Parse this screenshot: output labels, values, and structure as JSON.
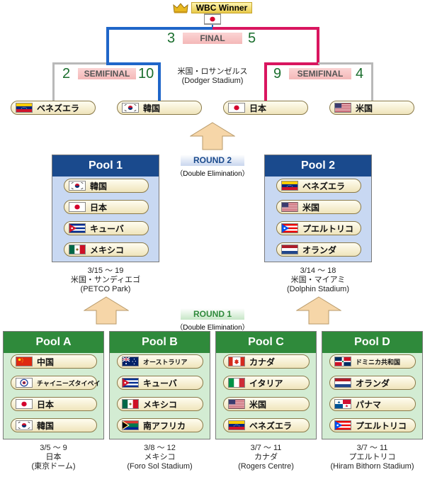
{
  "winner": {
    "label": "WBC Winner",
    "flag": "jp"
  },
  "final": {
    "label": "FINAL",
    "score_left": "3",
    "score_right": "5"
  },
  "semifinal_left": {
    "label": "SEMIFINAL",
    "score_left": "2",
    "score_right": "10"
  },
  "semifinal_right": {
    "label": "SEMIFINAL",
    "score_left": "9",
    "score_right": "4"
  },
  "final_venue": {
    "line1": "米国・ロサンゼルス",
    "line2": "(Dodger Stadium)"
  },
  "semifinalists": [
    {
      "name": "ベネズエラ",
      "flag": "ve"
    },
    {
      "name": "韓国",
      "flag": "kr"
    },
    {
      "name": "日本",
      "flag": "jp"
    },
    {
      "name": "米国",
      "flag": "us"
    }
  ],
  "round2": {
    "label": "ROUND 2",
    "note": "（Double Elimination）"
  },
  "round1": {
    "label": "ROUND 1",
    "note": "（Double Elimination）"
  },
  "pool1": {
    "title": "Pool 1",
    "teams": [
      {
        "name": "韓国",
        "flag": "kr"
      },
      {
        "name": "日本",
        "flag": "jp"
      },
      {
        "name": "キューバ",
        "flag": "cu"
      },
      {
        "name": "メキシコ",
        "flag": "mx"
      }
    ],
    "date": "3/15 ～ 19",
    "place": "米国・サンディエゴ",
    "venue": "(PETCO Park)"
  },
  "pool2": {
    "title": "Pool 2",
    "teams": [
      {
        "name": "ベネズエラ",
        "flag": "ve"
      },
      {
        "name": "米国",
        "flag": "us"
      },
      {
        "name": "プエルトリコ",
        "flag": "pr"
      },
      {
        "name": "オランダ",
        "flag": "nl"
      }
    ],
    "date": "3/14 ～ 18",
    "place": "米国・マイアミ",
    "venue": "(Dolphin Stadium)"
  },
  "poolA": {
    "title": "Pool A",
    "teams": [
      {
        "name": "中国",
        "flag": "cn"
      },
      {
        "name": "チャイニーズタイペイ",
        "flag": "tw"
      },
      {
        "name": "日本",
        "flag": "jp"
      },
      {
        "name": "韓国",
        "flag": "kr"
      }
    ],
    "date": "3/5 ～ 9",
    "place": "日本",
    "venue": "(東京ドーム)"
  },
  "poolB": {
    "title": "Pool B",
    "teams": [
      {
        "name": "オーストラリア",
        "flag": "au"
      },
      {
        "name": "キューバ",
        "flag": "cu"
      },
      {
        "name": "メキシコ",
        "flag": "mx"
      },
      {
        "name": "南アフリカ",
        "flag": "za"
      }
    ],
    "date": "3/8 ～ 12",
    "place": "メキシコ",
    "venue": "(Foro Sol Stadium)"
  },
  "poolC": {
    "title": "Pool C",
    "teams": [
      {
        "name": "カナダ",
        "flag": "ca"
      },
      {
        "name": "イタリア",
        "flag": "it"
      },
      {
        "name": "米国",
        "flag": "us"
      },
      {
        "name": "ベネズエラ",
        "flag": "ve"
      }
    ],
    "date": "3/7 ～ 11",
    "place": "カナダ",
    "venue": "(Rogers Centre)"
  },
  "poolD": {
    "title": "Pool D",
    "teams": [
      {
        "name": "ドミニカ共和国",
        "flag": "do"
      },
      {
        "name": "オランダ",
        "flag": "nl"
      },
      {
        "name": "パナマ",
        "flag": "pa"
      },
      {
        "name": "プエルトリコ",
        "flag": "pr"
      }
    ],
    "date": "3/7 ～ 11",
    "place": "プエルトリコ",
    "venue": "(Hiram Bithorn Stadium)"
  },
  "colors": {
    "final_left_path": "#1f66c9",
    "final_right_path": "#d9165f",
    "round2_pool_header": "#1a4a8d",
    "round1_pool_header": "#2f8a3b",
    "score": "#1a6e2d"
  }
}
